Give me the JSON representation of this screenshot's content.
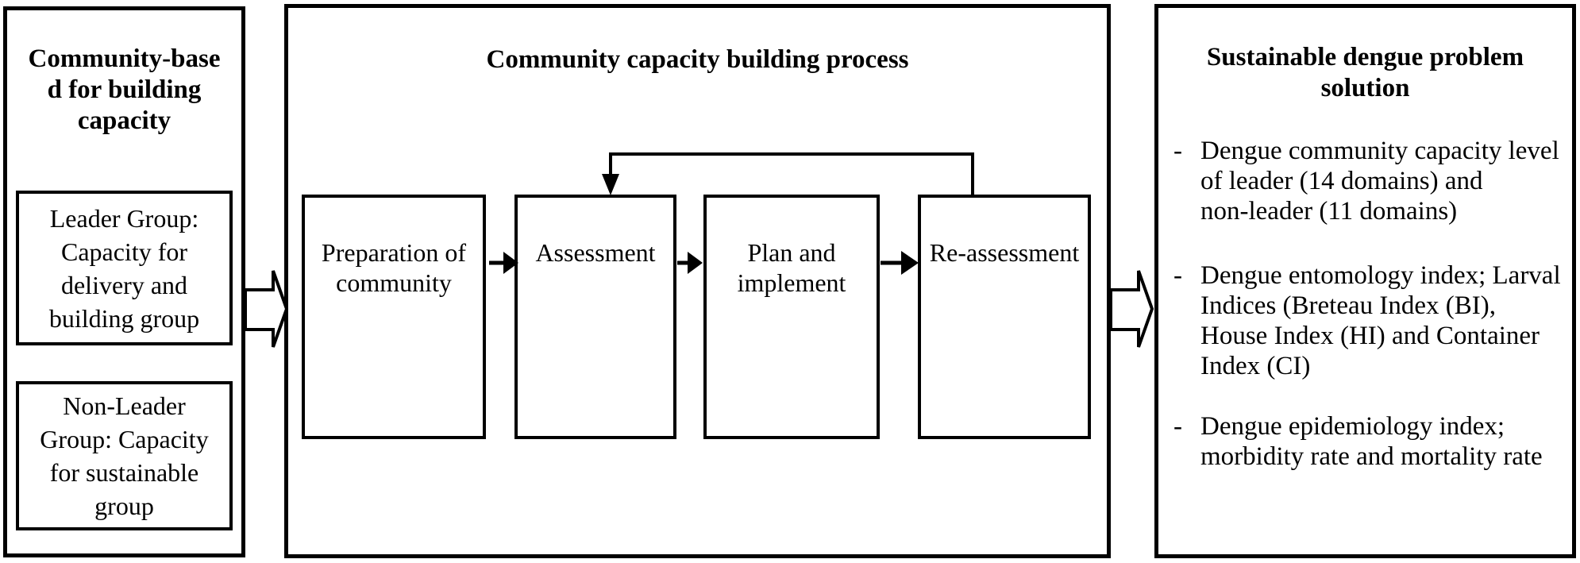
{
  "left_panel": {
    "title_lines": [
      "Community-base",
      "d for building",
      "capacity"
    ],
    "leader_box_lines": [
      "Leader Group:",
      "Capacity for",
      "delivery and",
      "building group"
    ],
    "non_leader_box_lines": [
      "Non-Leader",
      "Group: Capacity",
      "for sustainable",
      "group"
    ]
  },
  "process_panel": {
    "title": "Community capacity building process",
    "steps": [
      {
        "lines": [
          "Preparation of",
          "community"
        ]
      },
      {
        "lines": [
          "Assessment"
        ]
      },
      {
        "lines": [
          "Plan and",
          "implement"
        ]
      },
      {
        "lines": [
          "Re-assessment"
        ]
      }
    ]
  },
  "outcome_panel": {
    "title_lines": [
      "Sustainable dengue problem",
      "solution"
    ],
    "bullet_marker": "-",
    "bullets": [
      {
        "lines": [
          "Dengue community capacity level",
          "of leader (14 domains) and",
          "non-leader (11 domains)"
        ]
      },
      {
        "lines": [
          "Dengue entomology index; Larval",
          "Indices (Breteau Index (BI),",
          "House Index (HI) and Container",
          "Index (CI)"
        ]
      },
      {
        "lines": [
          "Dengue epidemiology index;",
          "morbidity rate and mortality rate"
        ]
      }
    ]
  },
  "colors": {
    "line": "#000000",
    "background": "#ffffff"
  }
}
